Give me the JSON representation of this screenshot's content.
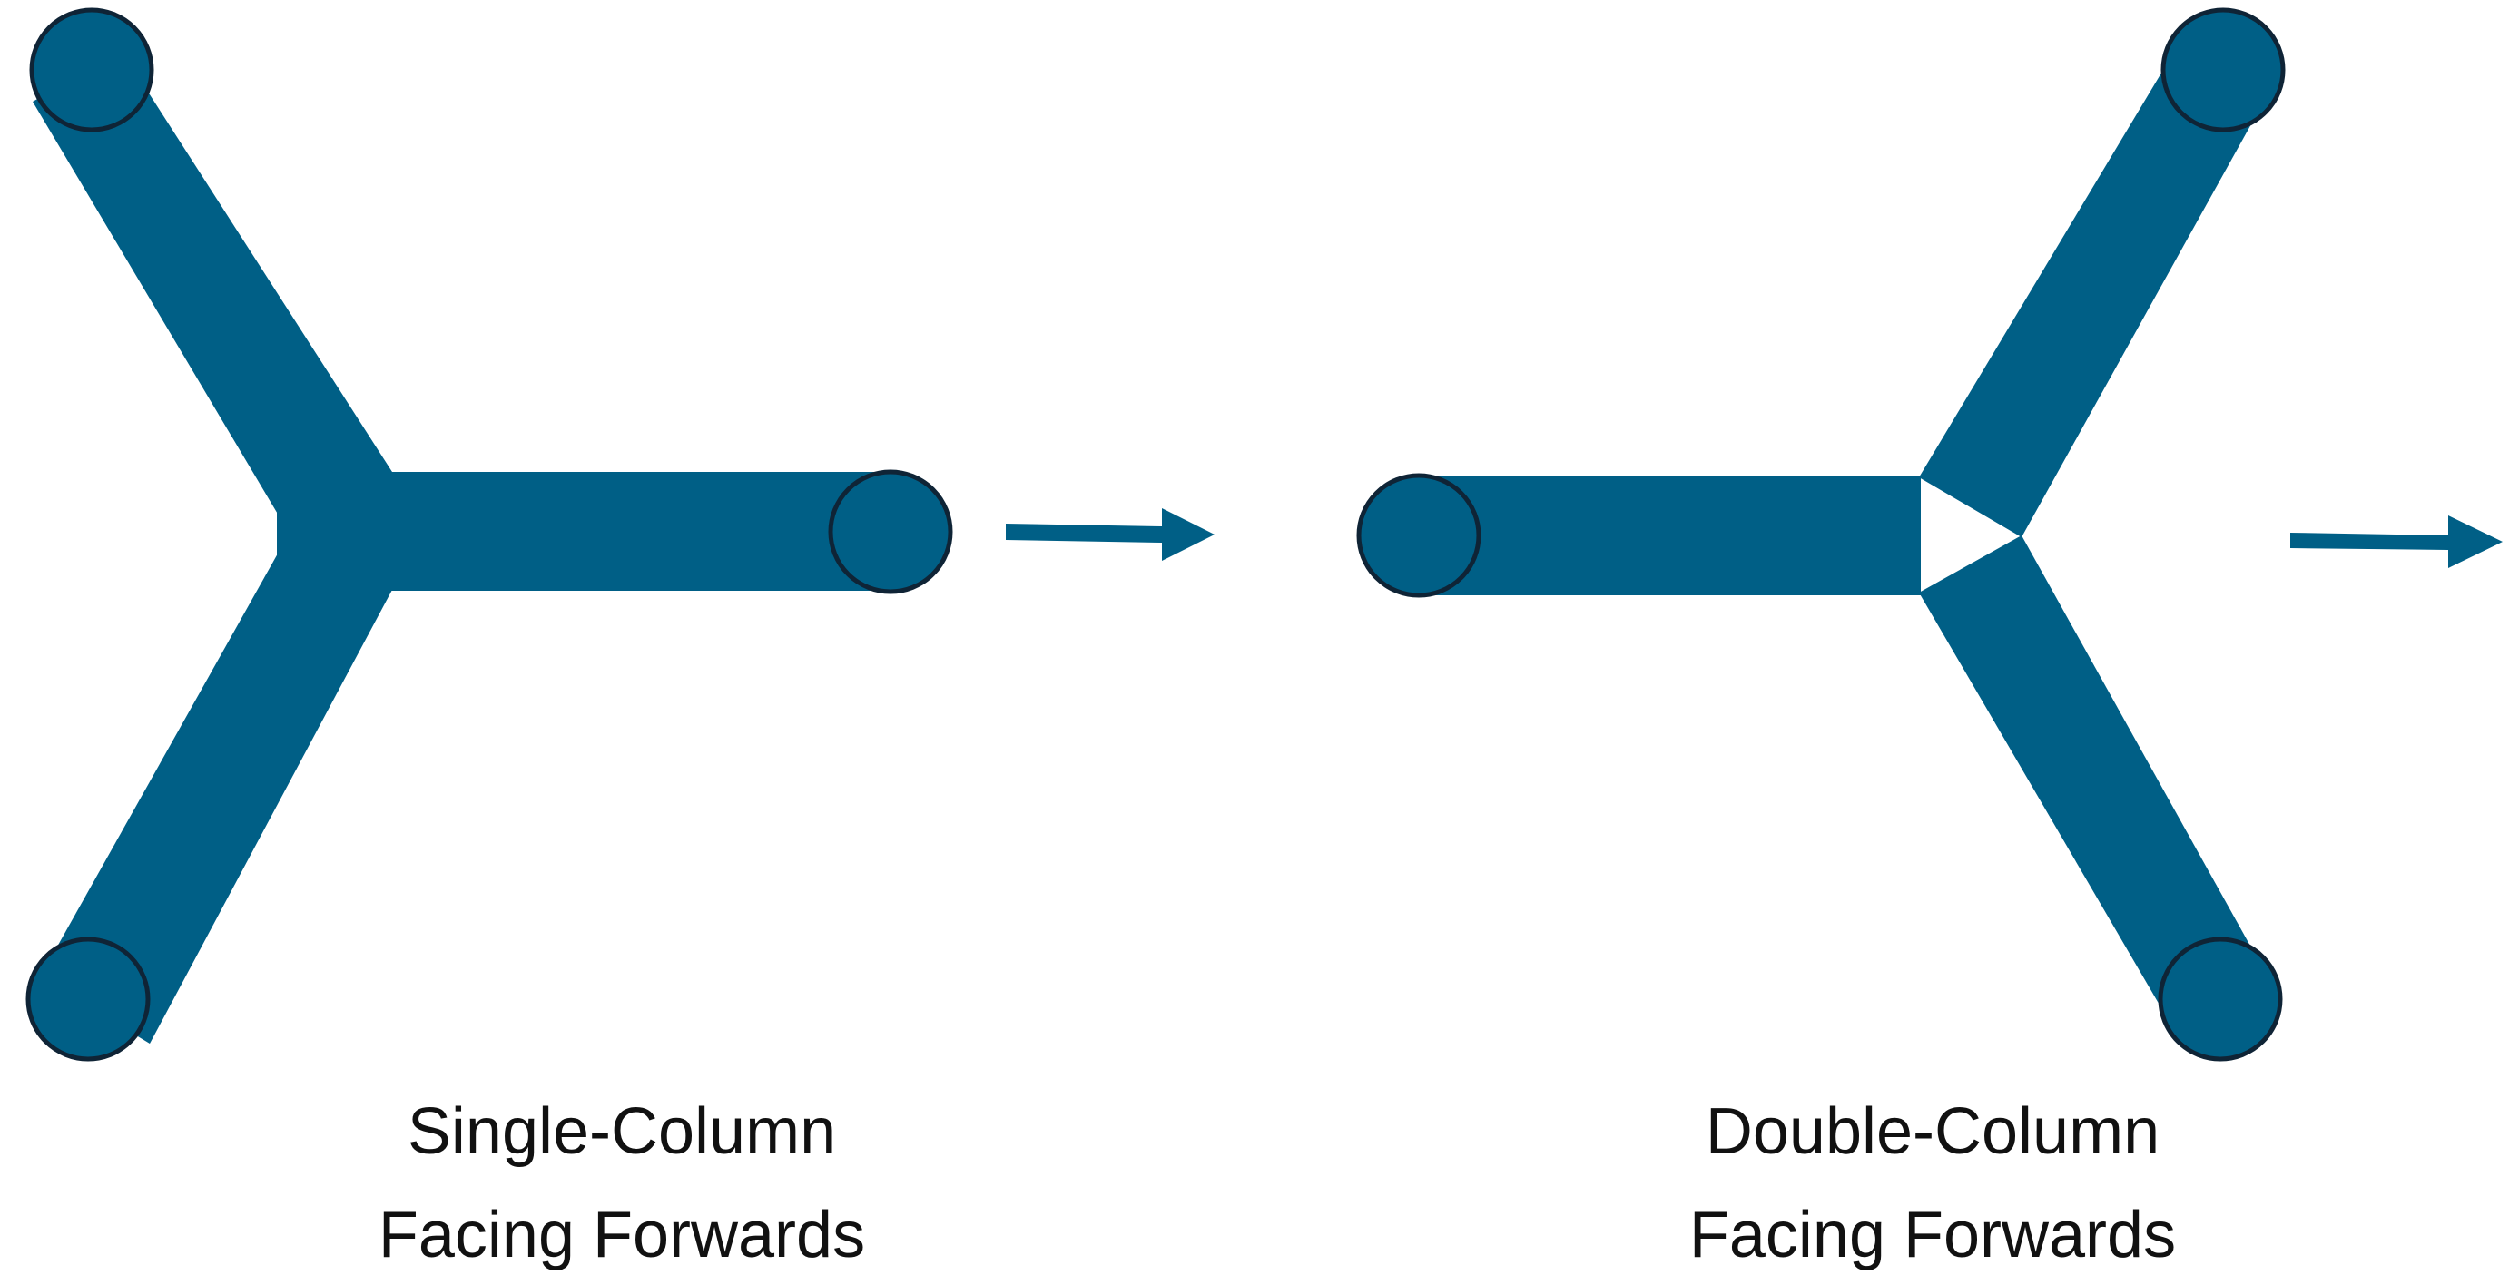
{
  "colors": {
    "arm_fill": "#005f86",
    "node_stroke": "#0f2436",
    "arrow_fill": "#005f86",
    "background": "#ffffff",
    "caption_text": "#111111"
  },
  "figures": [
    {
      "id": "single-column",
      "caption_line1": "Single-Column",
      "caption_line2": "Facing Forwards",
      "orientation": "stem-right"
    },
    {
      "id": "double-column",
      "caption_line1": "Double-Column",
      "caption_line2": "Facing Forwards",
      "orientation": "stem-left"
    }
  ]
}
